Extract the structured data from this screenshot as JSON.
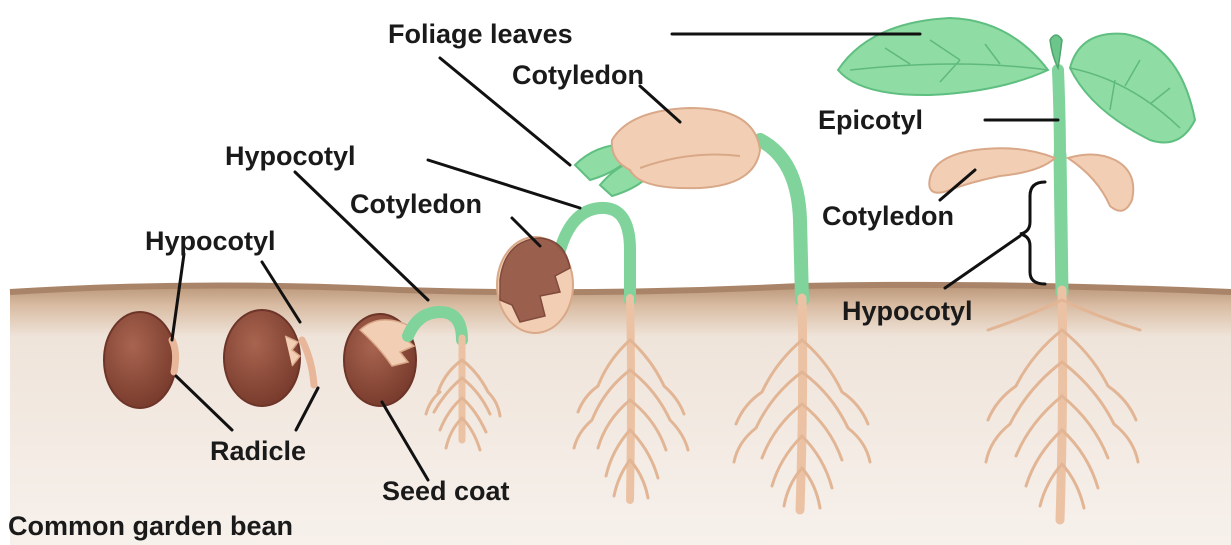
{
  "labels": {
    "foliage_leaves": "Foliage leaves",
    "cotyledon_top": "Cotyledon",
    "epicotyl": "Epicotyl",
    "hypocotyl_upper": "Hypocotyl",
    "cotyledon_middle": "Cotyledon",
    "hypocotyl_left": "Hypocotyl",
    "cotyledon_right": "Cotyledon",
    "hypocotyl_right": "Hypocotyl",
    "radicle": "Radicle",
    "seed_coat": "Seed coat",
    "caption": "Common garden bean"
  },
  "colors": {
    "soil_top": "#c8a488",
    "soil_body": "#f3ebe4",
    "stem_green": "#7fd39b",
    "stem_tan": "#ebc3a4",
    "seed_brown": "#8c4c3c",
    "cotyledon": "#f2cfb4",
    "leaf": "#8fdca4"
  }
}
